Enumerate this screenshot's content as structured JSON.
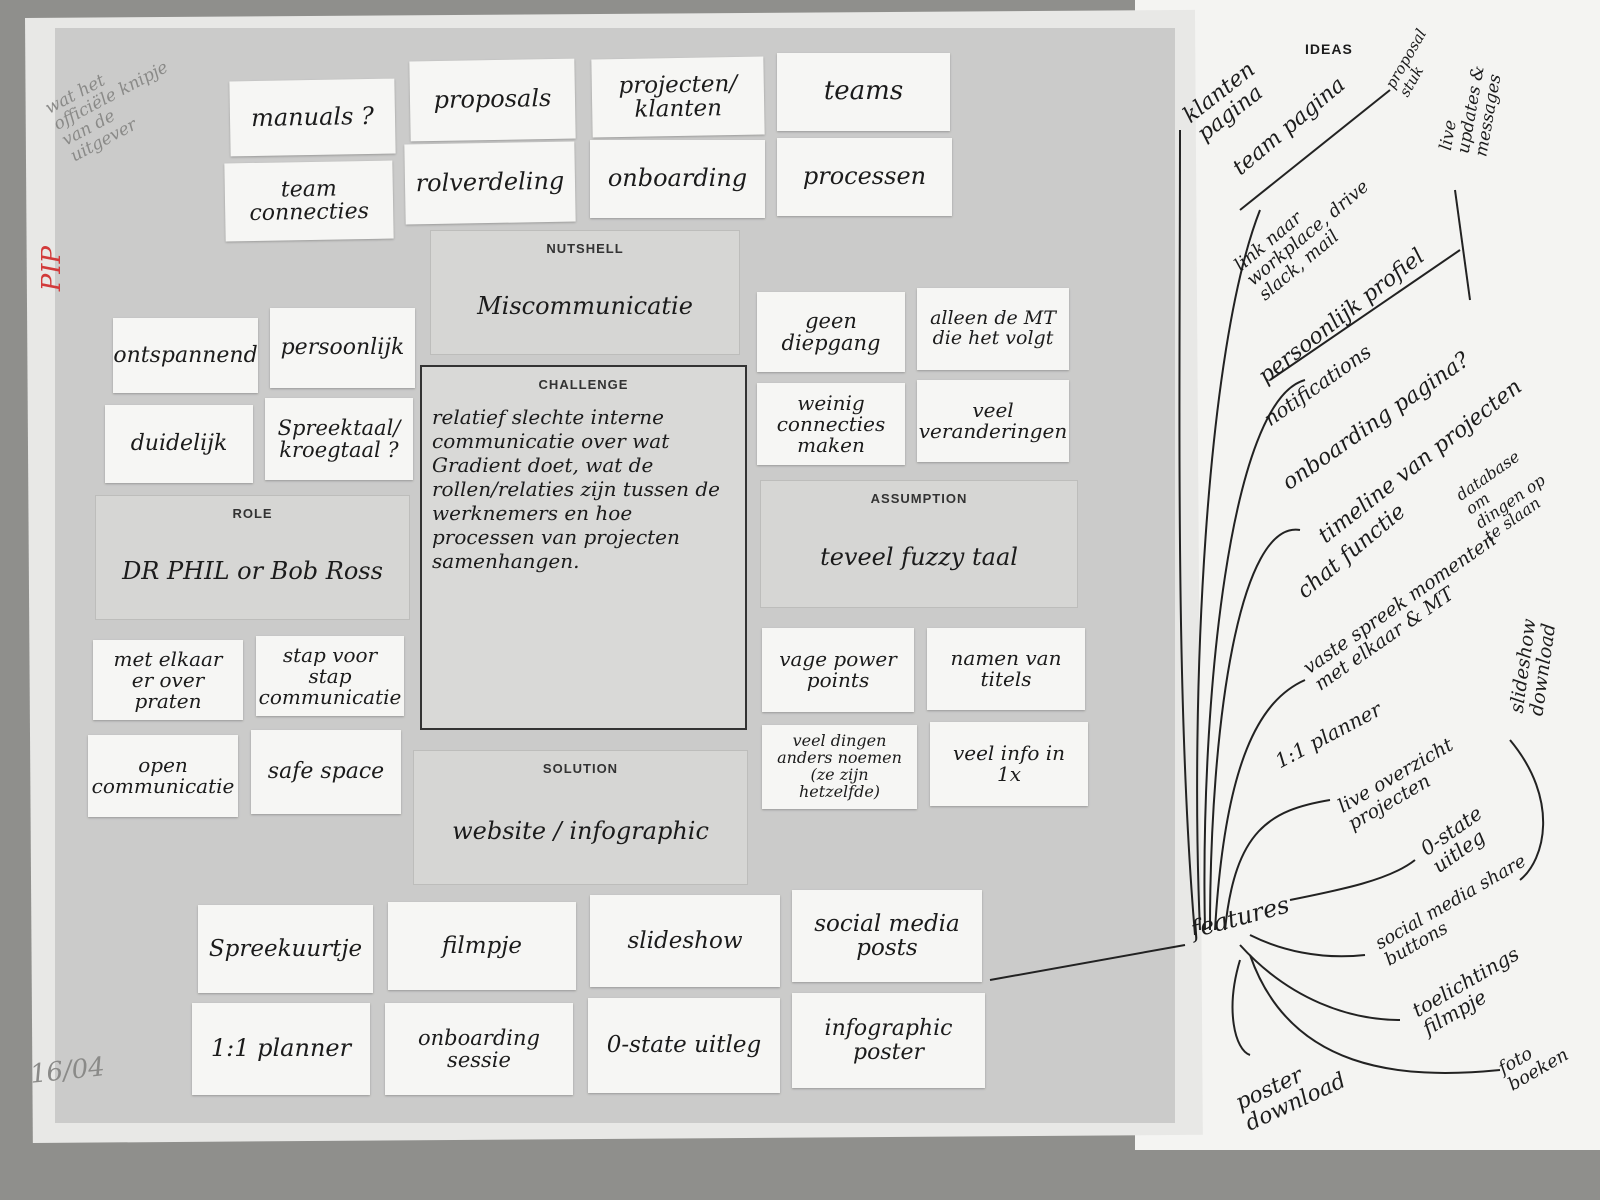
{
  "margin_notes": {
    "top_left": "wat het officiële knipje van de uitgever",
    "pip": "PIP",
    "date": "16/04"
  },
  "top_cards": [
    "manuals ?",
    "proposals",
    "projecten/ klanten",
    "teams",
    "team connecties",
    "rolverdeling",
    "onboarding",
    "processen"
  ],
  "nutshell": {
    "header": "NUTSHELL",
    "text": "Miscommunicatie"
  },
  "left_cards": [
    "ontspannend",
    "persoonlijk",
    "duidelijk",
    "Spreektaal/ kroegtaal ?"
  ],
  "role": {
    "header": "ROLE",
    "text": "DR PHIL or Bob Ross"
  },
  "role_cards": [
    "met elkaar er over praten",
    "stap voor stap communicatie",
    "open communicatie",
    "safe space"
  ],
  "challenge": {
    "header": "CHALLENGE",
    "text": "relatief slechte interne communicatie over wat Gradient doet, wat de rollen/relaties zijn tussen de werknemers en hoe processen van projecten samenhangen."
  },
  "right_cards": [
    "geen diepgang",
    "alleen de MT die het volgt",
    "weinig connecties maken",
    "veel veranderingen"
  ],
  "assumption": {
    "header": "ASSUMPTION",
    "text": "teveel fuzzy taal"
  },
  "assumption_cards": [
    "vage power points",
    "namen van titels",
    "veel dingen anders noemen (ze zijn hetzelfde)",
    "veel info in 1x"
  ],
  "solution": {
    "header": "SOLUTION",
    "text": "website / infographic"
  },
  "bottom_cards": [
    "Spreekuurtje",
    "filmpje",
    "slideshow",
    "social media posts",
    "1:1 planner",
    "onboarding sessie",
    "0-state uitleg",
    "infographic poster"
  ],
  "ideas": {
    "header": "IDEAS",
    "items": [
      "klanten pagina",
      "team pagina",
      "proposal stuk",
      "live updates & messages",
      "link naar workplace, drive slack, mail",
      "persoonlijk profiel",
      "notifications",
      "onboarding pagina?",
      "timeline van projecten",
      "database om dingen op te slaan",
      "chat functie",
      "vaste spreek momenten met elkaar & MT",
      "slideshow download",
      "1:1 planner",
      "live overzicht projecten",
      "0-state uitleg",
      "features",
      "social media share buttons",
      "toelichtings filmpje",
      "foto boeken",
      "poster download"
    ]
  }
}
